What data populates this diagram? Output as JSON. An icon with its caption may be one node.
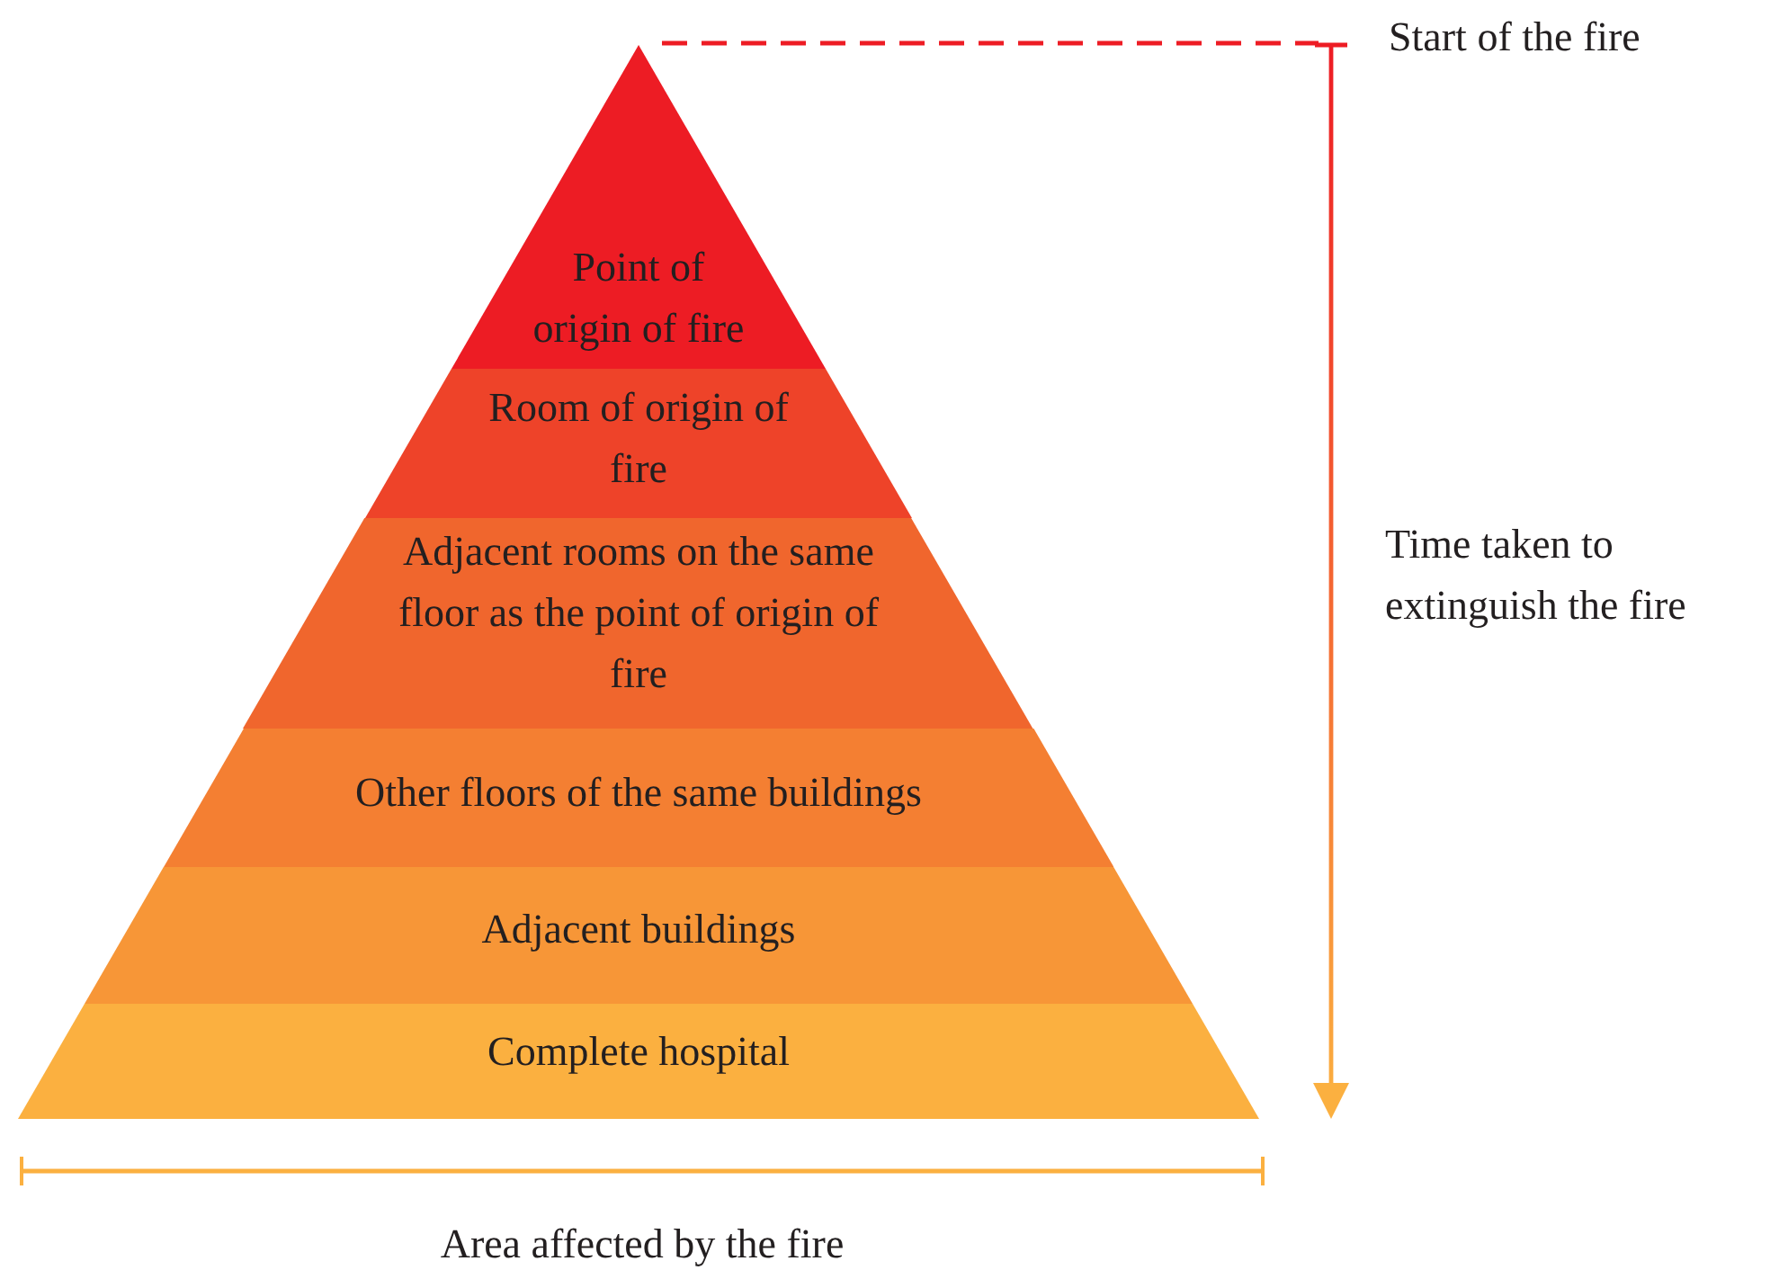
{
  "diagram": {
    "nodes": [
      {
        "text": [
          "Point of origin of fire"
        ]
      },
      {
        "text": [
          "Room of origin of fire"
        ]
      },
      {
        "text": [
          "Adjacent rooms on the same floor as the point of origin of fire"
        ]
      },
      {
        "text": [
          "Other floors of the same buildings"
        ]
      },
      {
        "text": [
          "Adjacent buildings"
        ]
      },
      {
        "text": [
          "Complete hospital"
        ]
      }
    ],
    "labels": [
      "Start of the fire",
      "Time taken to extinguish the fire",
      "Area affected by the fire"
    ]
  }
}
